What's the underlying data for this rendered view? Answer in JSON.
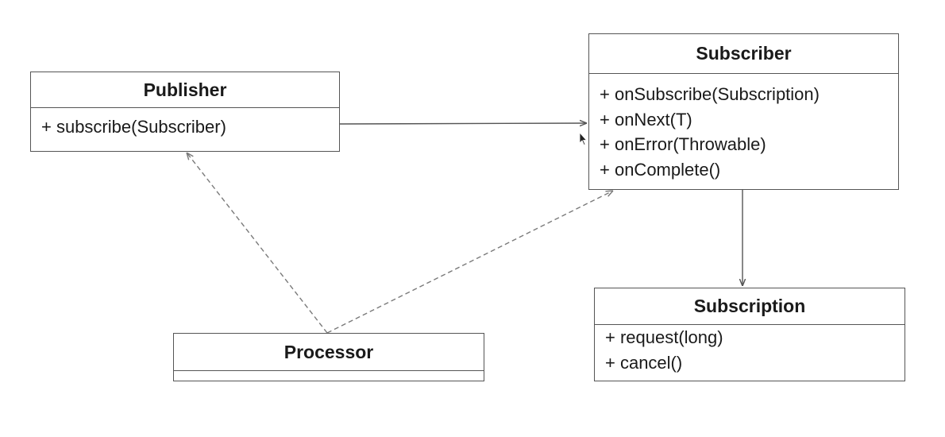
{
  "diagram": {
    "classes": [
      {
        "id": "publisher",
        "name": "Publisher",
        "members": [
          "+ subscribe(Subscriber)"
        ]
      },
      {
        "id": "subscriber",
        "name": "Subscriber",
        "members": [
          "+ onSubscribe(Subscription)",
          "+ onNext(T)",
          "+ onError(Throwable)",
          "+ onComplete()"
        ]
      },
      {
        "id": "subscription",
        "name": "Subscription",
        "members": [
          "+ request(long)",
          "+ cancel()"
        ]
      },
      {
        "id": "processor",
        "name": "Processor",
        "members": []
      }
    ],
    "relations": [
      {
        "from": "publisher",
        "to": "subscriber",
        "style": "solid",
        "arrow": "open"
      },
      {
        "from": "subscriber",
        "to": "subscription",
        "style": "solid",
        "arrow": "open"
      },
      {
        "from": "processor",
        "to": "publisher",
        "style": "dashed",
        "arrow": "open"
      },
      {
        "from": "processor",
        "to": "subscriber",
        "style": "dashed",
        "arrow": "open"
      }
    ],
    "colors": {
      "line": "#555555",
      "dashed_line": "#7a7a7a",
      "background": "#ffffff",
      "text": "#1a1a1a"
    }
  },
  "cursor": {
    "icon": "mouse-pointer-icon"
  }
}
